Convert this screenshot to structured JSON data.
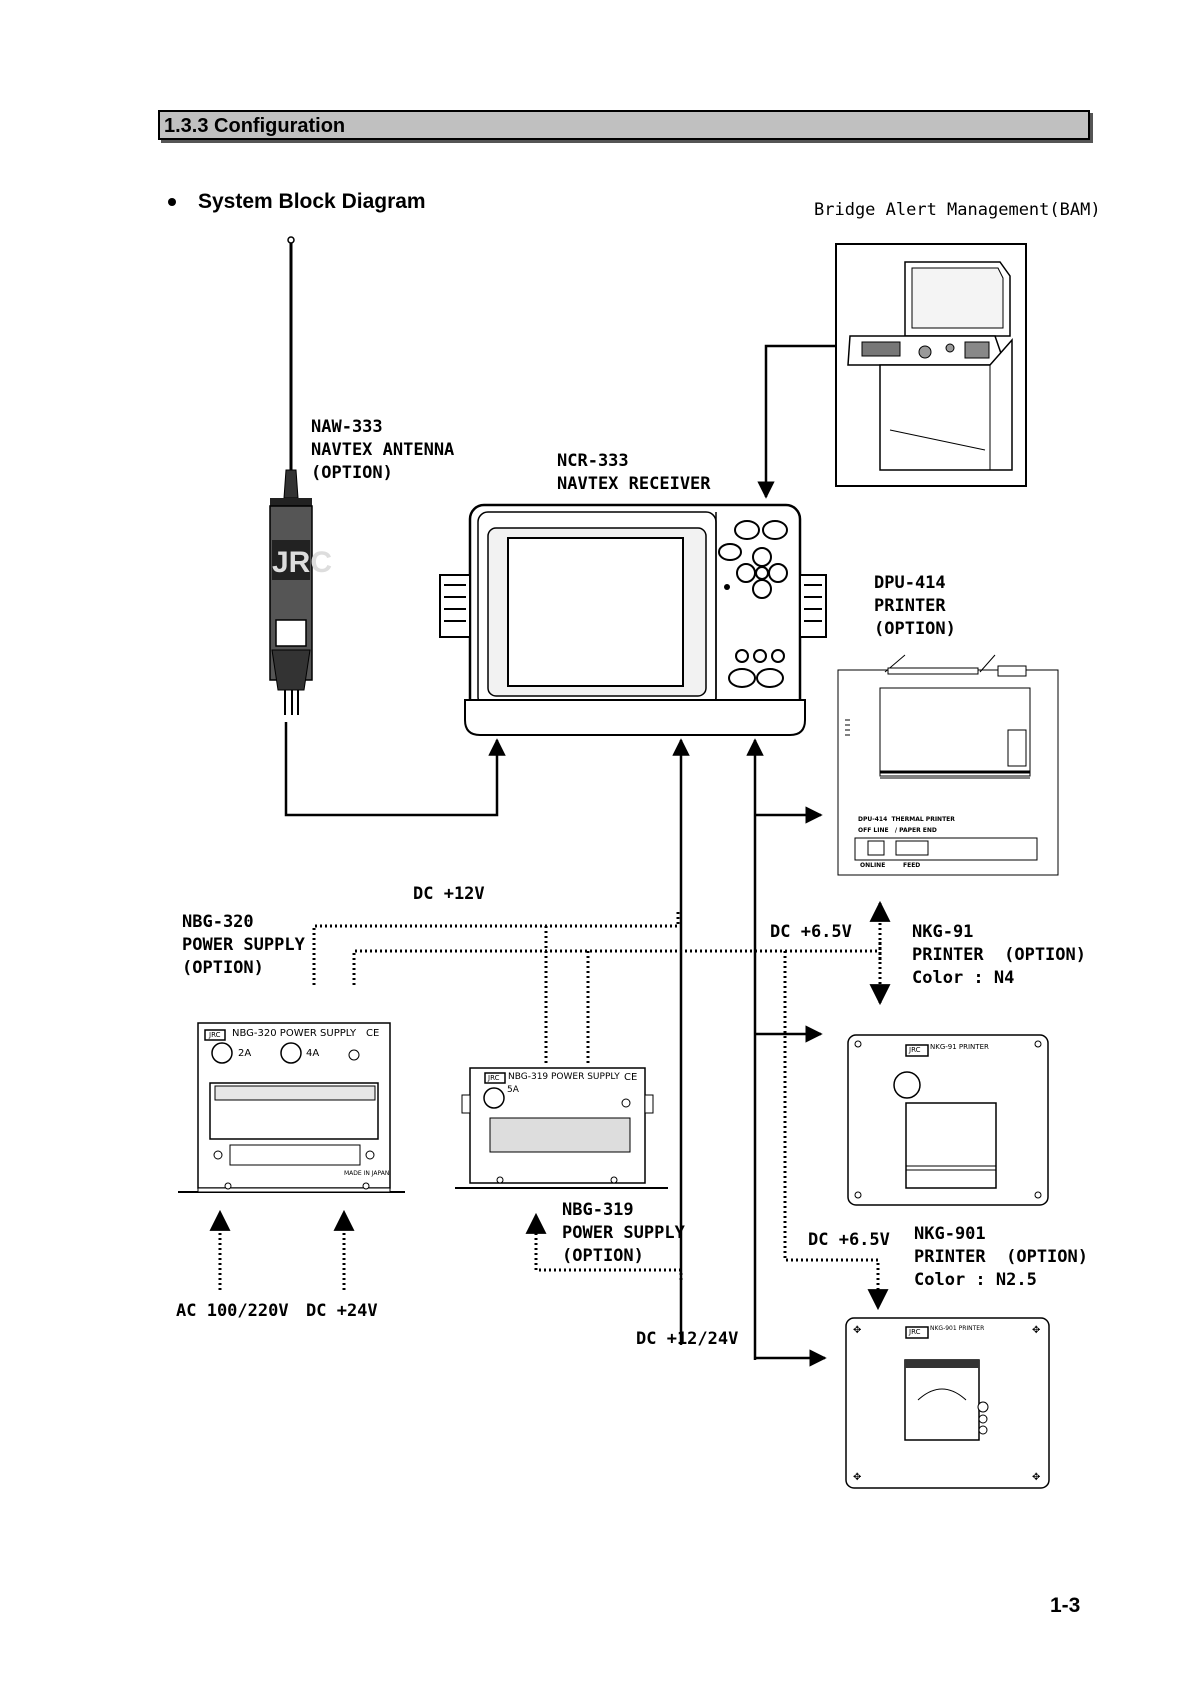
{
  "section_title": "1.3.3 Configuration",
  "subtitle": "System Block Diagram",
  "bam": {
    "label": "Bridge Alert Management(BAM)"
  },
  "antenna": {
    "model": "NAW-333",
    "name": "NAVTEX ANTENNA",
    "option": "(OPTION)"
  },
  "receiver": {
    "model": "NCR-333",
    "name": "NAVTEX RECEIVER"
  },
  "dpu414": {
    "model": "DPU-414",
    "name": "PRINTER",
    "option": "(OPTION)",
    "panel_title": "DPU-414  THERMAL PRINTER",
    "panel_status": "OFF LINE   / PAPER END",
    "btn_online": "ONLINE",
    "btn_feed": "FEED"
  },
  "nkg91": {
    "model": "NKG-91",
    "name": "PRINTER  (OPTION)",
    "color": "Color : N4",
    "brand": "JRC",
    "panel_label": "NKG-91 PRINTER"
  },
  "nkg901": {
    "model": "NKG-901",
    "name": "PRINTER  (OPTION)",
    "color": "Color : N2.5",
    "brand": "JRC",
    "panel_label": "NKG-901 PRINTER"
  },
  "nbg320": {
    "model": "NBG-320",
    "name": "POWER SUPPLY",
    "option": "(OPTION)",
    "brand": "JRC",
    "panel_title": "NBG-320 POWER SUPPLY",
    "ce": "CE",
    "fuse1": "2A",
    "fuse2": "4A",
    "made_in": "MADE IN JAPAN"
  },
  "nbg319": {
    "model": "NBG-319",
    "name": "POWER SUPPLY",
    "option": "(OPTION)",
    "brand": "JRC",
    "panel_title": "NBG-319 POWER SUPPLY",
    "ce": "CE",
    "fuse": "5A"
  },
  "power_labels": {
    "dc12": "DC +12V",
    "dc65_a": "DC +6.5V",
    "dc65_b": "DC +6.5V",
    "ac": "AC 100/220V",
    "dc24": "DC +24V",
    "dc1224": "DC +12/24V"
  },
  "page_number": "1-3"
}
